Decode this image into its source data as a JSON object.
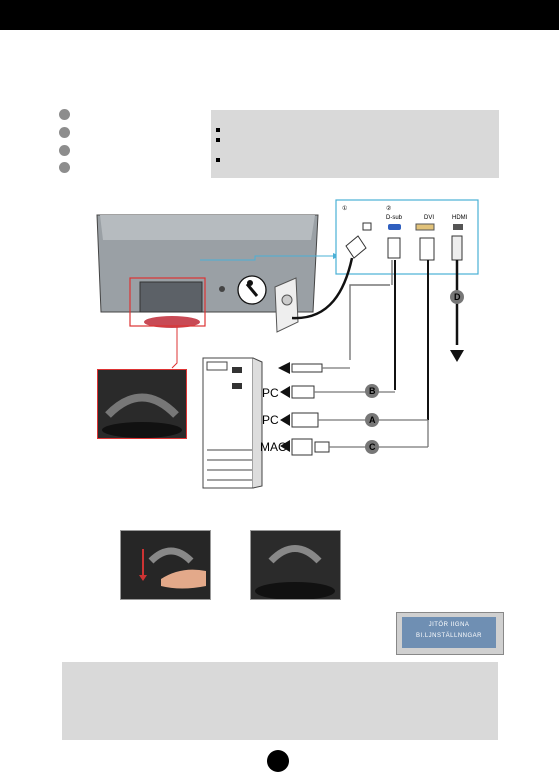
{
  "diagram": {
    "panel_markers": {
      "power": "①",
      "signal": "②"
    },
    "port_labels": {
      "dsub": "D-sub",
      "dvi": "DVI",
      "hdmi": "HDMI"
    },
    "pc_labels": {
      "pc1": "PC",
      "pc2": "PC",
      "mac": "MAC"
    },
    "cable_letters": {
      "a": "A",
      "b": "B",
      "c": "C",
      "d": "D"
    }
  },
  "signal_box": {
    "line1": "JITÖR IIGNA",
    "line2": "BI.LJNSTÄLLNNGAR"
  }
}
